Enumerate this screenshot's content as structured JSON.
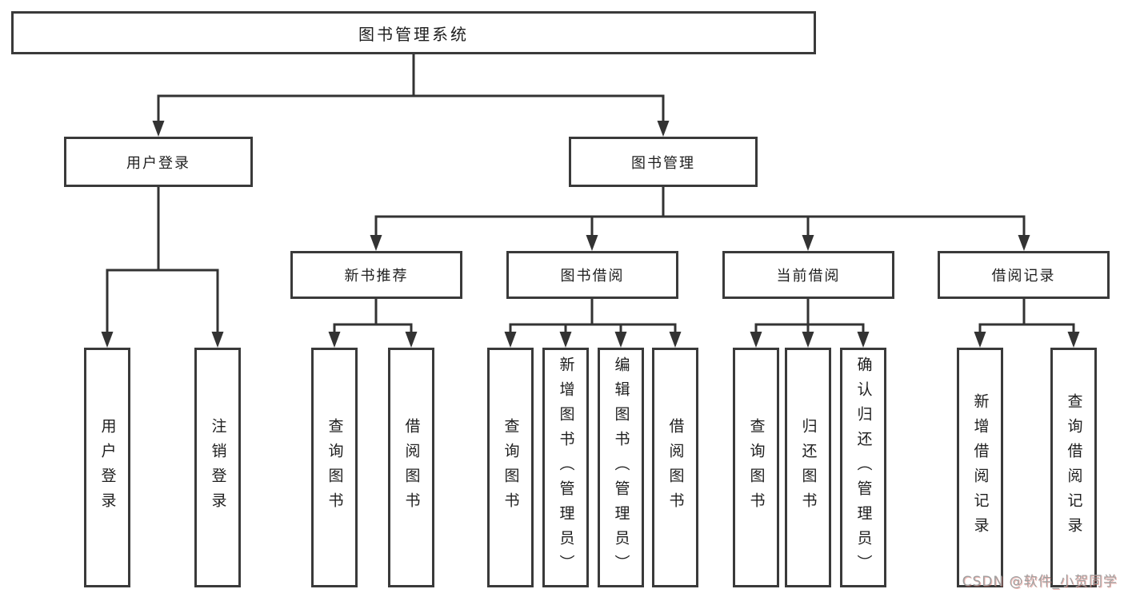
{
  "colors": {
    "line": "#333333",
    "box_border": "#3a3a3a",
    "box_fill": "#ffffff",
    "text": "#1e1e1e",
    "watermark_text": "#9f9f9f"
  },
  "watermark": {
    "text": "CSDN @软件_小贺同学"
  },
  "tree": {
    "label": "图书管理系统",
    "children": [
      {
        "label": "用户登录",
        "children": [
          {
            "label": "用户登录"
          },
          {
            "label": "注销登录"
          }
        ]
      },
      {
        "label": "图书管理",
        "children": [
          {
            "label": "新书推荐",
            "children": [
              {
                "label": "查询图书"
              },
              {
                "label": "借阅图书"
              }
            ]
          },
          {
            "label": "图书借阅",
            "children": [
              {
                "label": "查询图书"
              },
              {
                "label": "新增图书（管理员）"
              },
              {
                "label": "编辑图书（管理员）"
              },
              {
                "label": "借阅图书"
              }
            ]
          },
          {
            "label": "当前借阅",
            "children": [
              {
                "label": "查询图书"
              },
              {
                "label": "归还图书"
              },
              {
                "label": "确认归还（管理员）"
              }
            ]
          },
          {
            "label": "借阅记录",
            "children": [
              {
                "label": "新增借阅记录"
              },
              {
                "label": "查询借阅记录"
              }
            ]
          }
        ]
      }
    ]
  }
}
